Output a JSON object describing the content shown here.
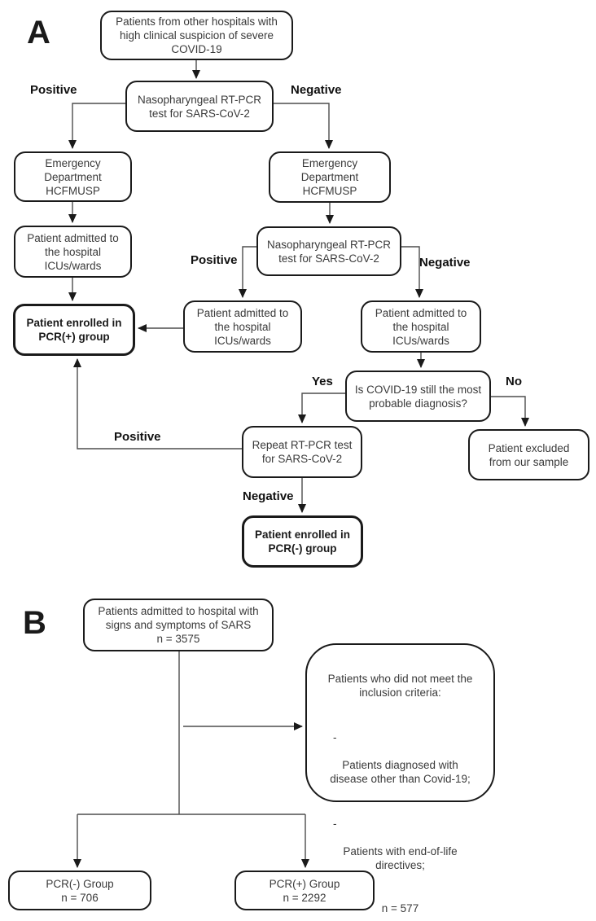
{
  "figure": {
    "colors": {
      "background": "#ffffff",
      "box_border": "#1a1a1a",
      "line": "#4d4d4d",
      "arrowhead": "#1a1a1a",
      "box_text": "#3a3a3a",
      "label_text": "#111111"
    },
    "panel_a": {
      "label": "A",
      "nodes": {
        "referral": "Patients from other hospitals with\nhigh clinical suspicion of severe\nCOVID-19",
        "naso_test_1": "Nasopharyngeal RT-PCR\ntest for SARS-CoV-2",
        "emergency_left": "Emergency\nDepartment\nHCFMUSP",
        "emergency_right": "Emergency\nDepartment\nHCFMUSP",
        "admitted_left": "Patient admitted to\nthe hospital\nICUs/wards",
        "naso_test_2": "Nasopharyngeal RT-PCR\ntest for SARS-CoV-2",
        "enrolled_pcr_pos": "Patient enrolled in\nPCR(+) group",
        "admitted_mid": "Patient admitted to\nthe hospital\nICUs/wards",
        "admitted_right": "Patient admitted to\nthe hospital\nICUs/wards",
        "covid_question": "Is COVID-19 still the most\nprobable diagnosis?",
        "repeat_test": "Repeat RT-PCR test\nfor SARS-CoV-2",
        "excluded": "Patient excluded\nfrom our sample",
        "enrolled_pcr_neg": "Patient enrolled in\nPCR(-) group"
      },
      "edge_labels": {
        "positive_1": "Positive",
        "negative_1": "Negative",
        "positive_2": "Positive",
        "negative_2": "Negative",
        "yes": "Yes",
        "no": "No",
        "positive_3": "Positive",
        "negative_3": "Negative"
      }
    },
    "panel_b": {
      "label": "B",
      "nodes": {
        "admitted_sars": "Patients admitted to hospital with\nsigns and symptoms of SARS\nn = 3575",
        "exclusion_header": "Patients who did not meet the\ninclusion criteria:",
        "bullet_marker": "-",
        "exclusion_bullet_1": "Patients diagnosed with\ndisease other than Covid-19;",
        "exclusion_bullet_2": "Patients with end-of-life\ndirectives;",
        "exclusion_n": "n = 577",
        "pcr_neg_group": "PCR(-) Group\nn = 706",
        "pcr_pos_group": "PCR(+) Group\nn = 2292"
      }
    }
  }
}
